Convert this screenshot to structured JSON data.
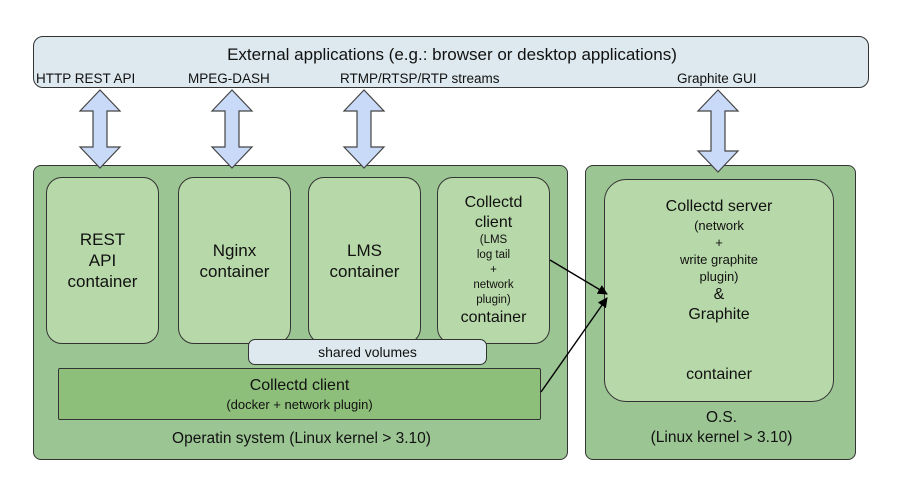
{
  "external": {
    "title": "External applications (e.g.: browser or desktop applications)",
    "apis": {
      "http": "HTTP REST API",
      "dash": "MPEG-DASH",
      "rtmp": "RTMP/RTSP/RTP streams",
      "graphite": "Graphite GUI"
    }
  },
  "left_host": {
    "label": "Operatin system (Linux kernel > 3.10)",
    "containers": {
      "rest": [
        "REST",
        "API",
        "container"
      ],
      "nginx": [
        "Nginx",
        "container"
      ],
      "lms": [
        "LMS",
        "container"
      ],
      "collectd": {
        "title": [
          "Collectd",
          "client"
        ],
        "detail": [
          "(LMS",
          "log tail",
          "+",
          "network",
          "plugin)"
        ],
        "footer": "container"
      }
    },
    "shared_volumes": "shared volumes",
    "collectd_client": {
      "title": "Collectd client",
      "subtitle": "(docker + network plugin)"
    }
  },
  "right_host": {
    "label": [
      "O.S.",
      "(Linux kernel > 3.10)"
    ],
    "server": {
      "title": "Collectd server",
      "detail": [
        "(network",
        "+",
        "write graphite",
        "plugin)"
      ],
      "amp": "&",
      "graphite": "Graphite",
      "footer": "container"
    }
  },
  "colors": {
    "external_bg": "#dde9ee",
    "arrow_fill": "#c9daf8",
    "host_bg": "#9cc594",
    "container_bg": "#b7d8a8",
    "collectd_bar_bg": "#8dbe7a"
  }
}
